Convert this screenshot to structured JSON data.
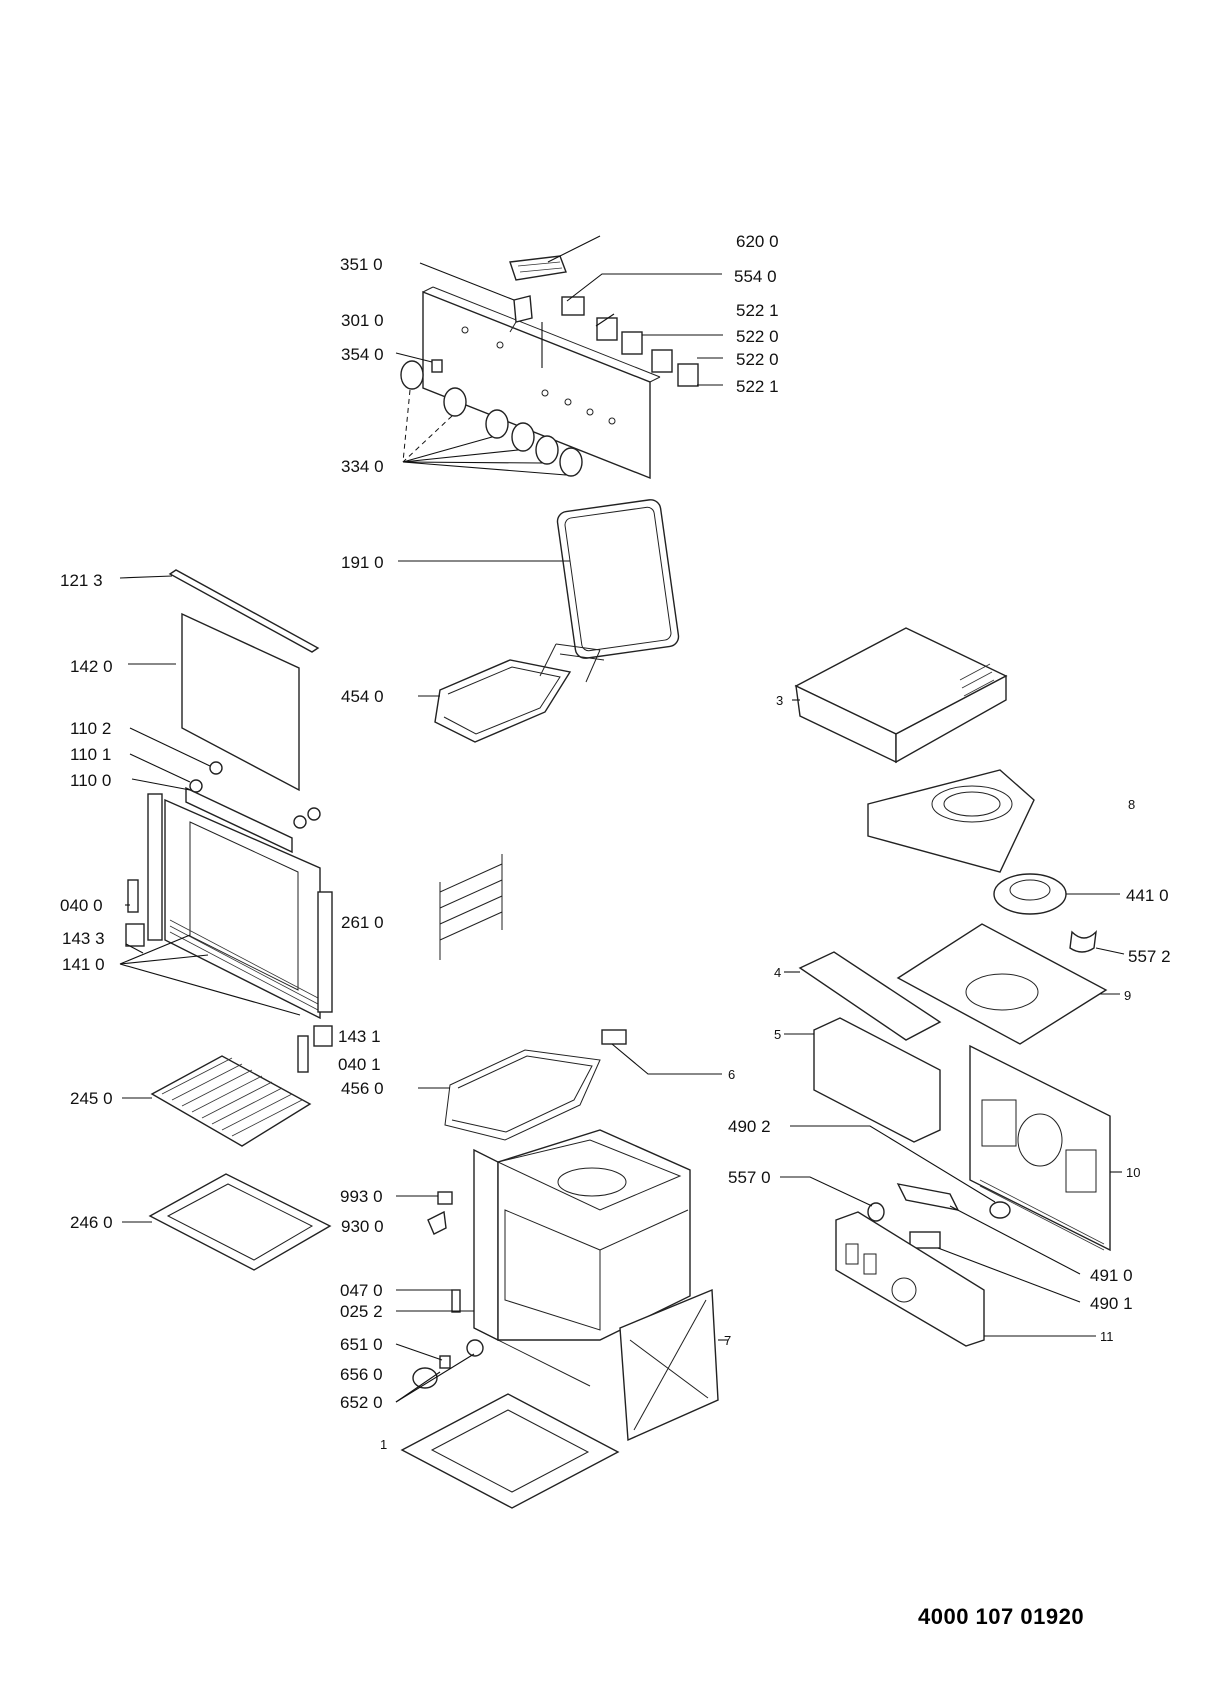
{
  "document_number": "4000 107 01920",
  "callouts": {
    "c6200": "620 0",
    "c3510": "351 0",
    "c5540": "554 0",
    "c5221a": "522 1",
    "c3010": "301 0",
    "c5220a": "522 0",
    "c3540": "354 0",
    "c5220b": "522 0",
    "c5221b": "522 1",
    "c3340": "334 0",
    "c1910": "191 0",
    "c1213": "121 3",
    "c1420": "142 0",
    "c4540": "454 0",
    "c3": "3",
    "c1102": "110 2",
    "c1101": "110 1",
    "c1100": "110 0",
    "c8": "8",
    "c4410": "441 0",
    "c0400": "040 0",
    "c2610": "261 0",
    "c1433": "143 3",
    "c1410": "141 0",
    "c5572": "557 2",
    "c4": "4",
    "c9": "9",
    "c5": "5",
    "c1431": "143 1",
    "c0401": "040 1",
    "c6": "6",
    "c2450": "245 0",
    "c4560": "456 0",
    "c4902": "490 2",
    "c10": "10",
    "c5570": "557 0",
    "c9930": "993 0",
    "c2460": "246 0",
    "c9300": "930 0",
    "c4910": "491 0",
    "c0470": "047 0",
    "c4901": "490 1",
    "c0252": "025 2",
    "c11": "11",
    "c6510": "651 0",
    "c7": "7",
    "c6560": "656 0",
    "c6520": "652 0",
    "c1": "1"
  }
}
